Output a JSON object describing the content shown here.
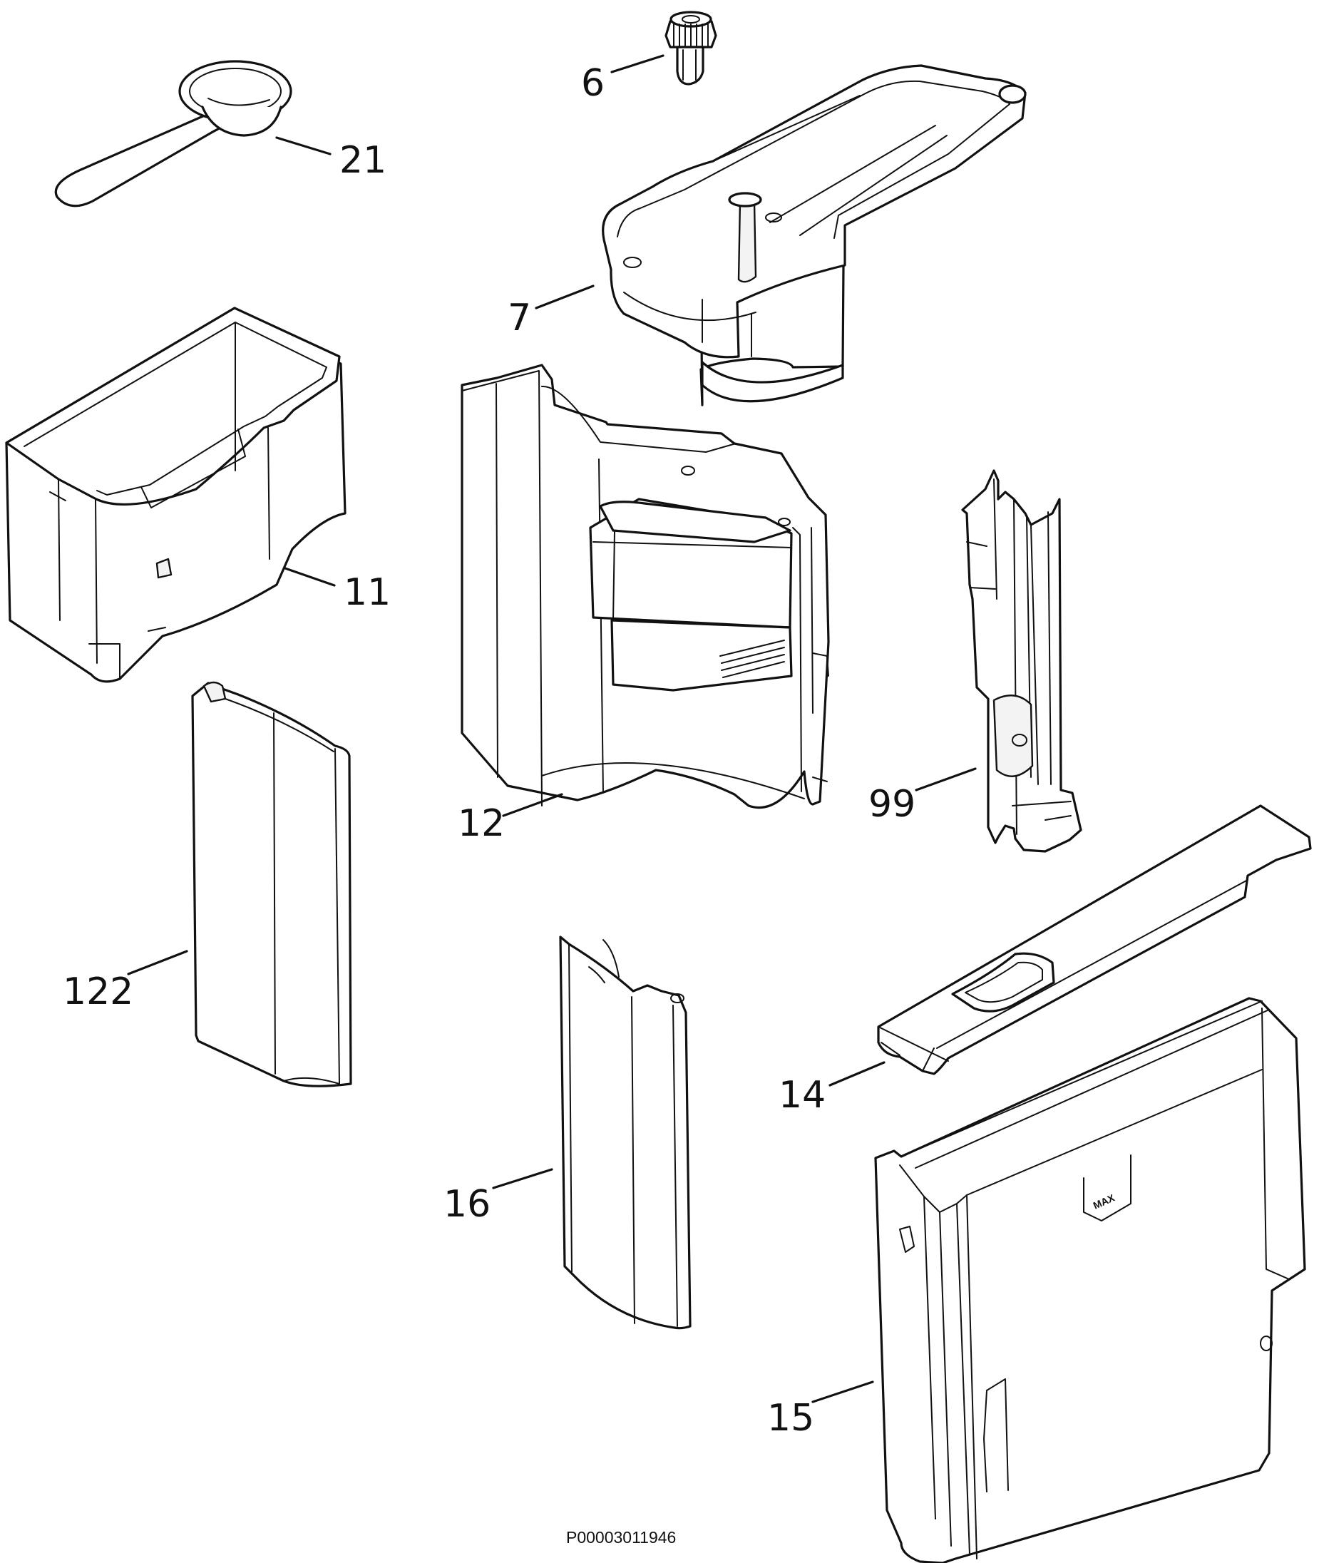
{
  "diagram": {
    "type": "exploded-parts-diagram",
    "line_color": "#111111",
    "background": "#ffffff",
    "parts": [
      {
        "id": "21",
        "label": "21",
        "icon": "measuring-spoon-icon"
      },
      {
        "id": "6",
        "label": "6",
        "icon": "adjustment-knob-icon"
      },
      {
        "id": "7",
        "label": "7",
        "icon": "bean-container-funnel-icon"
      },
      {
        "id": "11",
        "label": "11",
        "icon": "bean-hopper-icon"
      },
      {
        "id": "12",
        "label": "12",
        "icon": "front-housing-panel-icon"
      },
      {
        "id": "99",
        "label": "99",
        "icon": "side-rail-bracket-icon"
      },
      {
        "id": "122",
        "label": "122",
        "icon": "side-cover-panel-icon"
      },
      {
        "id": "16",
        "label": "16",
        "icon": "door-cover-icon"
      },
      {
        "id": "14",
        "label": "14",
        "icon": "water-tank-lid-icon"
      },
      {
        "id": "15",
        "label": "15",
        "icon": "water-tank-icon"
      }
    ],
    "tank_marking": "MAX",
    "reference_code": "P00003011946"
  }
}
